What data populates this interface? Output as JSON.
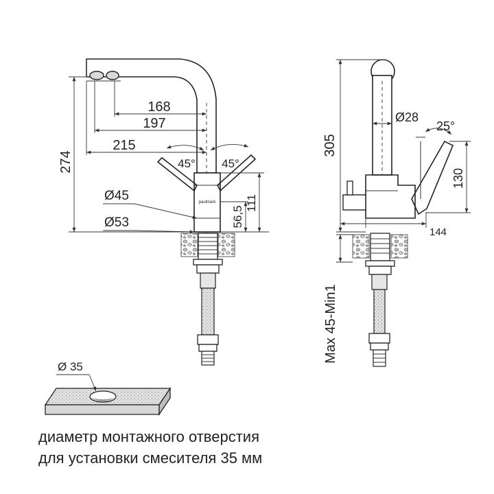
{
  "front_view": {
    "dim_168": "168",
    "dim_197": "197",
    "dim_215": "215",
    "dim_274": "274",
    "angle_left": "45°",
    "angle_right": "45°",
    "dia_45": "Ø45",
    "dia_53": "Ø53",
    "dim_56_5": "56,5",
    "dim_111": "111",
    "brand": "paulmark"
  },
  "side_view": {
    "dim_305": "305",
    "dia_28": "Ø28",
    "angle": "25°",
    "dim_130": "130",
    "dim_144": "144",
    "counter_thickness": "Max 45-Min1"
  },
  "mounting_hole": {
    "dia_35": "Ø 35"
  },
  "caption": {
    "line1": "диаметр монтажного отверстия",
    "line2": "для установки смесителя 35 мм"
  }
}
